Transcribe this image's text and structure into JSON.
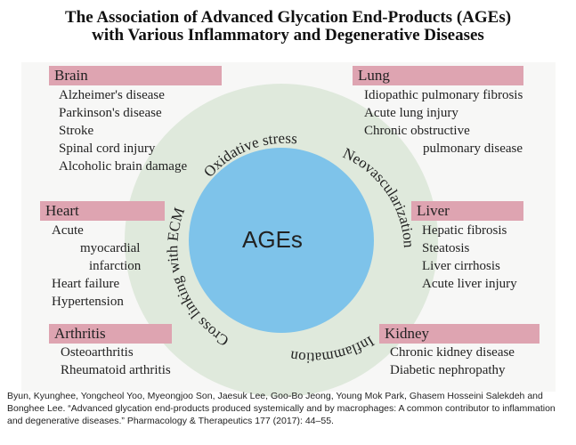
{
  "title": {
    "line1": "The Association of Advanced Glycation End-Products (AGEs)",
    "line2": "with Various Inflammatory and Degenerative Diseases"
  },
  "center_label": "AGEs",
  "ring_labels": {
    "oxidative_stress": "Oxidative stress",
    "neovascularization": "Neovascularization",
    "inflammation": "Inflammation",
    "cross_linking": "Cross linking with ECM"
  },
  "colors": {
    "header_fill": "#dea4b1",
    "ring_fill": "#dfe9dc",
    "core_fill": "#7ec3ea"
  },
  "categories": {
    "brain": {
      "header": "Brain",
      "items": [
        "Alzheimer's disease",
        "Parkinson's disease",
        "Stroke",
        "Spinal cord injury",
        "Alcoholic brain damage"
      ]
    },
    "lung": {
      "header": "Lung",
      "items": [
        "Idiopathic pulmonary fibrosis",
        "Acute lung injury",
        "Chronic obstructive",
        "pulmonary disease"
      ]
    },
    "heart": {
      "header": "Heart",
      "items": [
        "Acute",
        "myocardial",
        "infarction",
        "Heart failure",
        "Hypertension"
      ]
    },
    "liver": {
      "header": "Liver",
      "items": [
        "Hepatic fibrosis",
        "Steatosis",
        "Liver cirrhosis",
        "Acute liver injury"
      ]
    },
    "arthritis": {
      "header": "Arthritis",
      "items": [
        "Osteoarthritis",
        "Rheumatoid arthritis"
      ]
    },
    "kidney": {
      "header": "Kidney",
      "items": [
        "Chronic kidney disease",
        "Diabetic nephropathy"
      ]
    }
  },
  "citation": "Byun, Kyunghee, Yongcheol Yoo, Myeongjoo Son, Jaesuk Lee, Goo-Bo Jeong, Young Mok Park, Ghasem Hosseini Salekdeh and Bonghee Lee. “Advanced glycation end-products produced systemically and by macrophages: A common contributor to inflammation and degenerative diseases.” Pharmacology & Therapeutics 177 (2017): 44–55."
}
